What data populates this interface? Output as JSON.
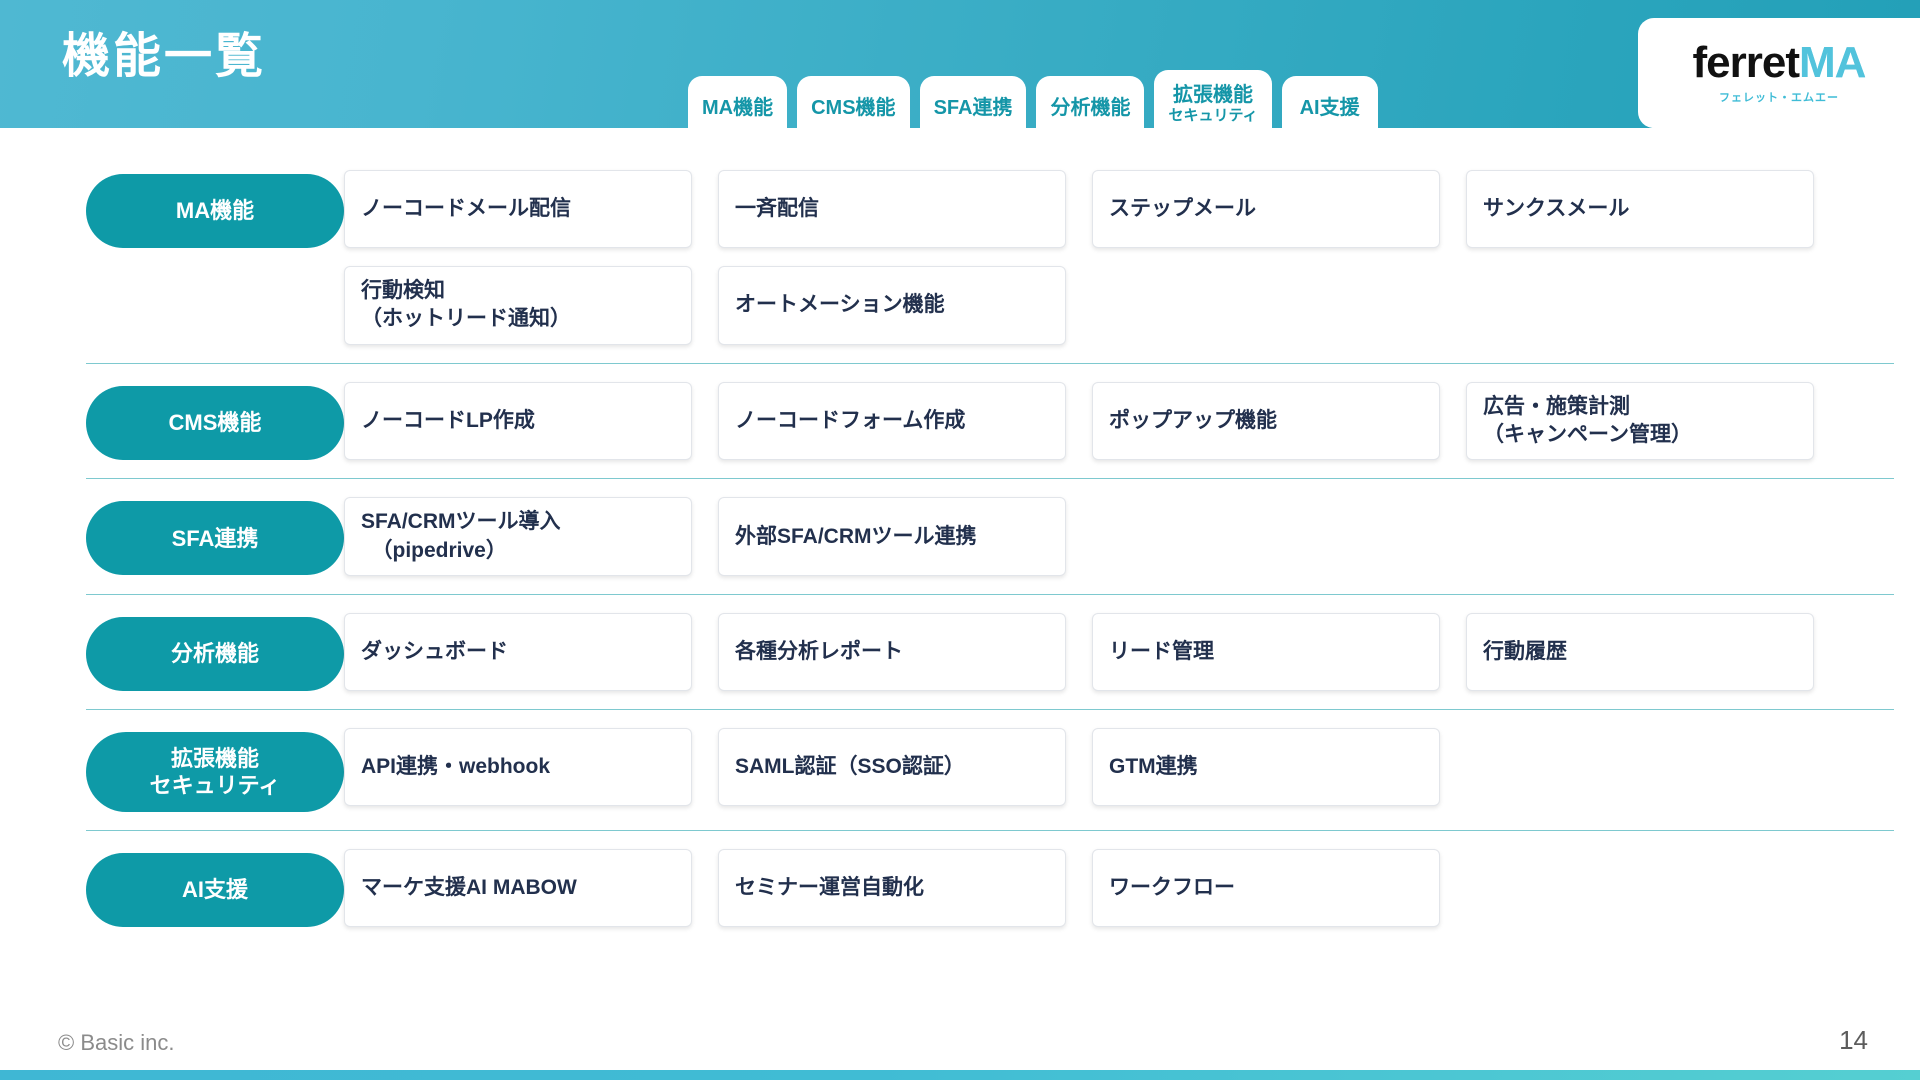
{
  "header": {
    "title": "機能一覧",
    "gradient_from": "#4fb8d2",
    "gradient_to": "#23a0b8",
    "tabs": [
      {
        "label": "MA機能",
        "sub": ""
      },
      {
        "label": "CMS機能",
        "sub": ""
      },
      {
        "label": "SFA連携",
        "sub": ""
      },
      {
        "label": "分析機能",
        "sub": ""
      },
      {
        "label": "拡張機能",
        "sub": "セキュリティ"
      },
      {
        "label": "AI支援",
        "sub": ""
      }
    ],
    "logo": {
      "primary": "ferret",
      "accent": "MA",
      "kana": "フェレット・エムエー",
      "accent_color": "#52c3dc"
    }
  },
  "theme": {
    "pill_color": "#0e9aa7",
    "card_text_color": "#22304d",
    "divider_color": "#7ec9cf",
    "tab_text_color": "#1596a8"
  },
  "categories": [
    {
      "name": "MA機能",
      "lines": [
        [
          "ノーコードメール配信",
          "一斉配信",
          "ステップメール",
          "サンクスメール"
        ],
        [
          "行動検知\n（ホットリード通知）",
          "オートメーション機能"
        ]
      ]
    },
    {
      "name": "CMS機能",
      "lines": [
        [
          "ノーコードLP作成",
          "ノーコードフォーム作成",
          "ポップアップ機能",
          "広告・施策計測\n（キャンペーン管理）"
        ]
      ]
    },
    {
      "name": "SFA連携",
      "lines": [
        [
          "SFA/CRMツール導入\n　（pipedrive）",
          "外部SFA/CRMツール連携"
        ]
      ]
    },
    {
      "name": "分析機能",
      "lines": [
        [
          "ダッシュボード",
          "各種分析レポート",
          "リード管理",
          "行動履歴"
        ]
      ]
    },
    {
      "name": "拡張機能\nセキュリティ",
      "lines": [
        [
          "API連携・webhook",
          "SAML認証（SSO認証）",
          "GTM連携"
        ]
      ]
    },
    {
      "name": "AI支援",
      "lines": [
        [
          "マーケ支援AI MABOW",
          "セミナー運営自動化",
          "ワークフロー"
        ]
      ]
    }
  ],
  "footer": {
    "copyright": "© Basic inc.",
    "page_number": "14"
  }
}
